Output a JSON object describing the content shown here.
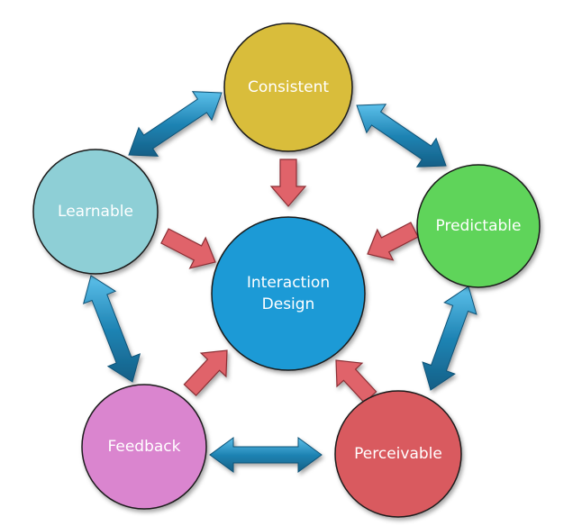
{
  "diagram": {
    "center": {
      "id": "interaction-design",
      "lines": [
        "Interaction",
        "Design"
      ],
      "color": "#1a9ad6"
    },
    "nodes": [
      {
        "id": "consistent",
        "label": "Consistent",
        "color": "#d9bd3a"
      },
      {
        "id": "predictable",
        "label": "Predictable",
        "color": "#5fd45a"
      },
      {
        "id": "perceivable",
        "label": "Perceivable",
        "color": "#d95a5f"
      },
      {
        "id": "feedback",
        "label": "Feedback",
        "color": "#da85cf"
      },
      {
        "id": "learnable",
        "label": "Learnable",
        "color": "#8ecfd6"
      }
    ],
    "arrow_colors": {
      "influence": "#e0646a",
      "link": "#1f84b4"
    }
  }
}
